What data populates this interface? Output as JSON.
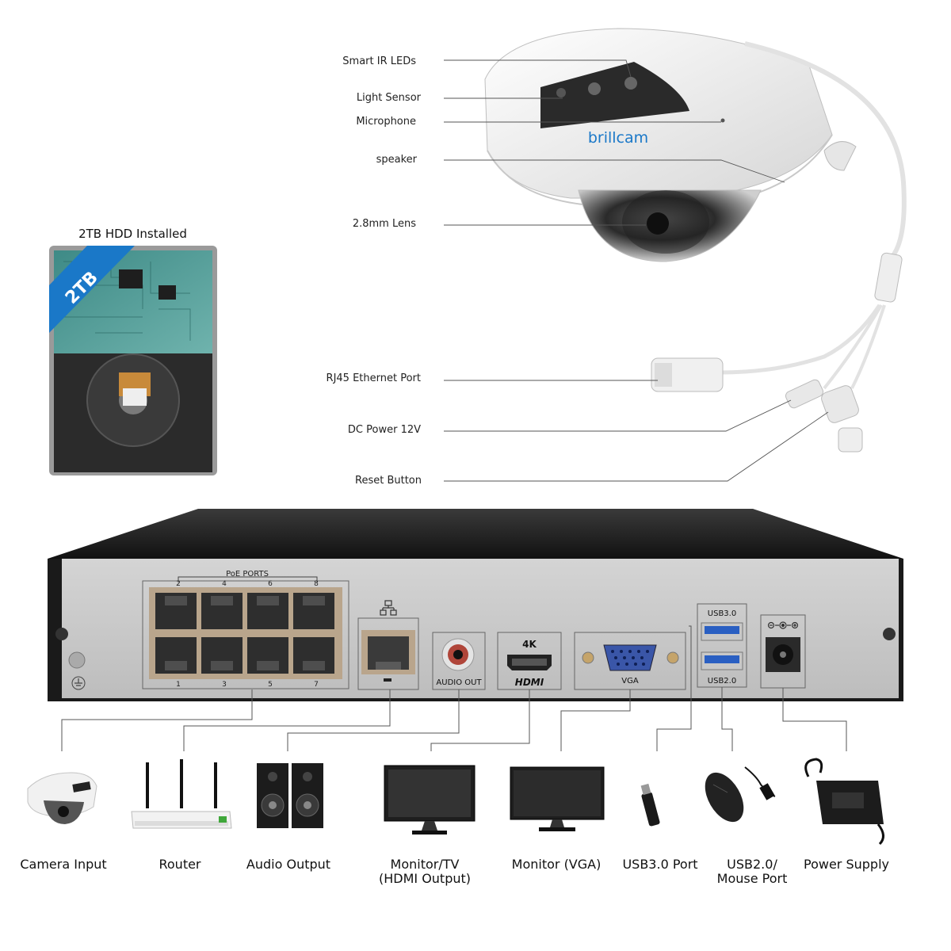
{
  "hdd": {
    "title": "2TB HDD Installed",
    "badge": "2TB"
  },
  "camera": {
    "brand": "brillcam",
    "callouts": [
      "Smart IR LEDs",
      "Light Sensor",
      "Microphone",
      "speaker",
      "2.8mm Lens",
      "RJ45 Ethernet Port",
      "DC Power 12V",
      "Reset Button"
    ]
  },
  "nvr": {
    "poe_title": "PoE PORTS",
    "poe_top_numbers": [
      "2",
      "4",
      "6",
      "8"
    ],
    "poe_bottom_numbers": [
      "1",
      "3",
      "5",
      "7"
    ],
    "audio_label": "AUDIO OUT",
    "hdmi_top": "4K",
    "hdmi_label": "HDMI",
    "vga_label": "VGA",
    "usb3_label": "USB3.0",
    "usb2_label": "USB2.0"
  },
  "devices": [
    {
      "label": "Camera Input"
    },
    {
      "label": "Router"
    },
    {
      "label": "Audio Output"
    },
    {
      "label": "Monitor/TV\n(HDMI Output)"
    },
    {
      "label": "Monitor (VGA)"
    },
    {
      "label": "USB3.0 Port"
    },
    {
      "label": "USB2.0/\nMouse Port"
    },
    {
      "label": "Power Supply"
    }
  ],
  "colors": {
    "line": "#555555",
    "panel": "#c9c9c9",
    "case": "#1a1a1a",
    "hdd_badge": "#1a78c8"
  }
}
